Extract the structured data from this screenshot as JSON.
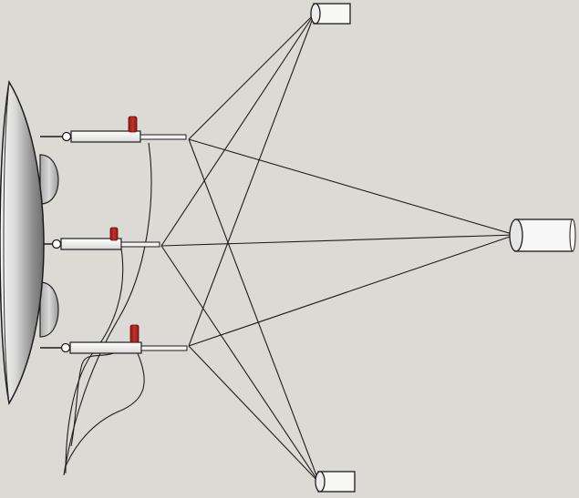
{
  "scene": {
    "colors": {
      "background": "#dcdad5",
      "line": "#1c1c1c",
      "body_light": "#f4f4f4",
      "body_shadow": "#8a8a8a",
      "marker_red": "#b3261e"
    },
    "parts": [
      {
        "name": "dish-reflector",
        "icon": "dish-shape"
      },
      {
        "name": "actuator-top",
        "icon": "cylinder-shape"
      },
      {
        "name": "actuator-middle",
        "icon": "cylinder-shape"
      },
      {
        "name": "actuator-bottom",
        "icon": "cylinder-shape"
      },
      {
        "name": "anchor-top",
        "icon": "drum-shape"
      },
      {
        "name": "anchor-right",
        "icon": "drum-shape"
      },
      {
        "name": "anchor-bottom",
        "icon": "drum-shape"
      }
    ]
  }
}
